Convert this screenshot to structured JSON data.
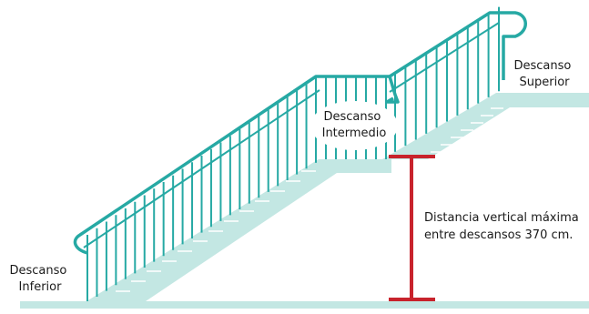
{
  "labels": {
    "landing_bottom": [
      "Descanso",
      "Inferior"
    ],
    "landing_middle": [
      "Descanso",
      "Intermedio"
    ],
    "landing_top": [
      "Descanso",
      "Superior"
    ],
    "dimension": [
      "Distancia vertical máxima",
      "entre descansos 370 cm."
    ]
  },
  "colors": {
    "stair_fill": "#c3e7e3",
    "railing": "#26a9a4",
    "dimension": "#c8232c",
    "text": "#1a1a1a",
    "bubble": "#ffffff"
  }
}
